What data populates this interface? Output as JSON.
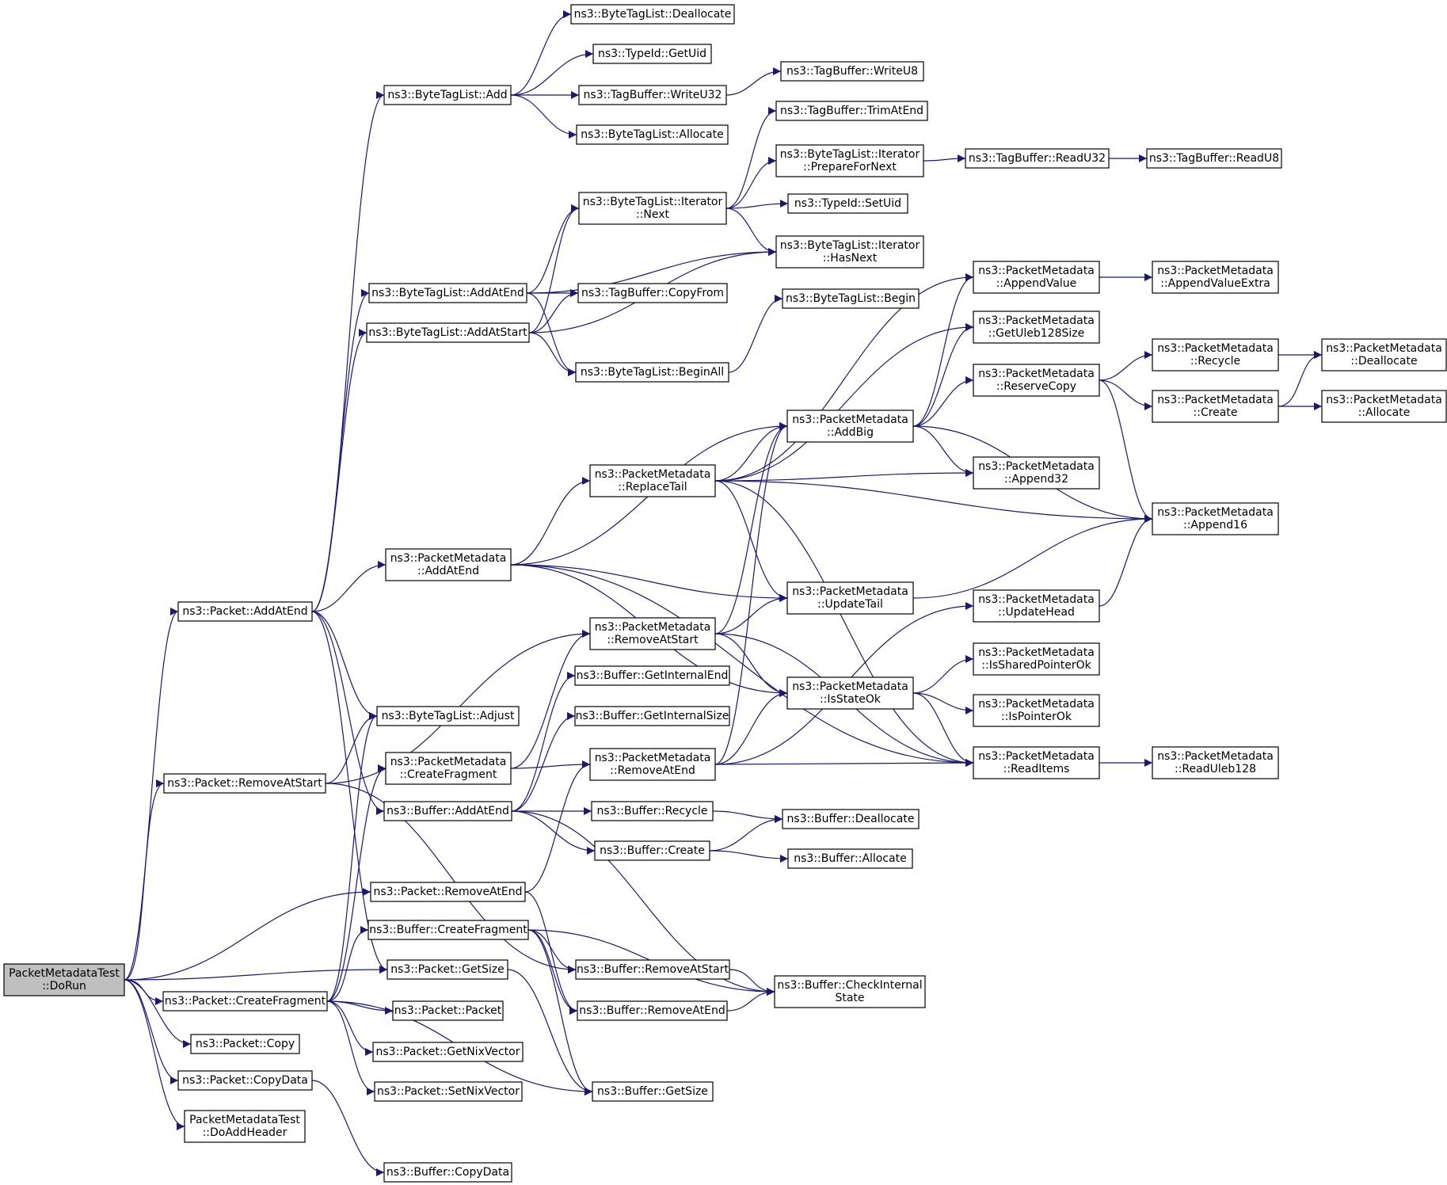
{
  "diagram": {
    "type": "call-graph",
    "colors": {
      "edge": "#191970",
      "root_fill": "#bfbfbf",
      "node_fill": "#ffffff",
      "node_border": "#000000"
    },
    "nodes": [
      {
        "id": "root",
        "lines": [
          "PacketMetadataTest",
          "::DoRun"
        ],
        "root": true
      },
      {
        "id": "pkt_addatend",
        "lines": [
          "ns3::Packet::AddAtEnd"
        ]
      },
      {
        "id": "pkt_removeatstart",
        "lines": [
          "ns3::Packet::RemoveAtStart"
        ]
      },
      {
        "id": "pkt_removeatend",
        "lines": [
          "ns3::Packet::RemoveAtEnd"
        ]
      },
      {
        "id": "pkt_getsize",
        "lines": [
          "ns3::Packet::GetSize"
        ]
      },
      {
        "id": "pkt_createfragment",
        "lines": [
          "ns3::Packet::CreateFragment"
        ]
      },
      {
        "id": "pkt_copy",
        "lines": [
          "ns3::Packet::Copy"
        ]
      },
      {
        "id": "pkt_copydata",
        "lines": [
          "ns3::Packet::CopyData"
        ]
      },
      {
        "id": "pmt_doaddheader",
        "lines": [
          "PacketMetadataTest",
          "::DoAddHeader"
        ]
      },
      {
        "id": "btl_add",
        "lines": [
          "ns3::ByteTagList::Add"
        ]
      },
      {
        "id": "btl_addatend",
        "lines": [
          "ns3::ByteTagList::AddAtEnd"
        ]
      },
      {
        "id": "btl_addatstart",
        "lines": [
          "ns3::ByteTagList::AddAtStart"
        ]
      },
      {
        "id": "pm_addatend",
        "lines": [
          "ns3::PacketMetadata",
          "::AddAtEnd"
        ]
      },
      {
        "id": "btl_adjust",
        "lines": [
          "ns3::ByteTagList::Adjust"
        ]
      },
      {
        "id": "pm_createfragment",
        "lines": [
          "ns3::PacketMetadata",
          "::CreateFragment"
        ]
      },
      {
        "id": "buf_addatend",
        "lines": [
          "ns3::Buffer::AddAtEnd"
        ]
      },
      {
        "id": "buf_createfragment",
        "lines": [
          "ns3::Buffer::CreateFragment"
        ]
      },
      {
        "id": "pkt_packet",
        "lines": [
          "ns3::Packet::Packet"
        ]
      },
      {
        "id": "pkt_getnixvector",
        "lines": [
          "ns3::Packet::GetNixVector"
        ]
      },
      {
        "id": "pkt_setnixvector",
        "lines": [
          "ns3::Packet::SetNixVector"
        ]
      },
      {
        "id": "buf_copydata",
        "lines": [
          "ns3::Buffer::CopyData"
        ]
      },
      {
        "id": "btl_deallocate",
        "lines": [
          "ns3::ByteTagList::Deallocate"
        ]
      },
      {
        "id": "typeid_getuid",
        "lines": [
          "ns3::TypeId::GetUid"
        ]
      },
      {
        "id": "tb_writeu32",
        "lines": [
          "ns3::TagBuffer::WriteU32"
        ]
      },
      {
        "id": "btl_allocate",
        "lines": [
          "ns3::ByteTagList::Allocate"
        ]
      },
      {
        "id": "btli_next",
        "lines": [
          "ns3::ByteTagList::Iterator",
          "::Next"
        ]
      },
      {
        "id": "tb_copyfrom",
        "lines": [
          "ns3::TagBuffer::CopyFrom"
        ]
      },
      {
        "id": "btl_beginall",
        "lines": [
          "ns3::ByteTagList::BeginAll"
        ]
      },
      {
        "id": "pm_replacetail",
        "lines": [
          "ns3::PacketMetadata",
          "::ReplaceTail"
        ]
      },
      {
        "id": "pm_removeatstart",
        "lines": [
          "ns3::PacketMetadata",
          "::RemoveAtStart"
        ]
      },
      {
        "id": "buf_getinternalend",
        "lines": [
          "ns3::Buffer::GetInternalEnd"
        ]
      },
      {
        "id": "buf_getinternalsize",
        "lines": [
          "ns3::Buffer::GetInternalSize"
        ]
      },
      {
        "id": "pm_removeatend",
        "lines": [
          "ns3::PacketMetadata",
          "::RemoveAtEnd"
        ]
      },
      {
        "id": "buf_recycle",
        "lines": [
          "ns3::Buffer::Recycle"
        ]
      },
      {
        "id": "buf_create",
        "lines": [
          "ns3::Buffer::Create"
        ]
      },
      {
        "id": "buf_removeatstart",
        "lines": [
          "ns3::Buffer::RemoveAtStart"
        ]
      },
      {
        "id": "buf_removeatend",
        "lines": [
          "ns3::Buffer::RemoveAtEnd"
        ]
      },
      {
        "id": "buf_getsize",
        "lines": [
          "ns3::Buffer::GetSize"
        ]
      },
      {
        "id": "tb_writeu8",
        "lines": [
          "ns3::TagBuffer::WriteU8"
        ]
      },
      {
        "id": "tb_trimatend",
        "lines": [
          "ns3::TagBuffer::TrimAtEnd"
        ]
      },
      {
        "id": "btli_preparefornext",
        "lines": [
          "ns3::ByteTagList::Iterator",
          "::PrepareForNext"
        ]
      },
      {
        "id": "typeid_setuid",
        "lines": [
          "ns3::TypeId::SetUid"
        ]
      },
      {
        "id": "btli_hasnext",
        "lines": [
          "ns3::ByteTagList::Iterator",
          "::HasNext"
        ]
      },
      {
        "id": "btl_begin",
        "lines": [
          "ns3::ByteTagList::Begin"
        ]
      },
      {
        "id": "pm_addbig",
        "lines": [
          "ns3::PacketMetadata",
          "::AddBig"
        ]
      },
      {
        "id": "pm_updatetail",
        "lines": [
          "ns3::PacketMetadata",
          "::UpdateTail"
        ]
      },
      {
        "id": "pm_isstateok",
        "lines": [
          "ns3::PacketMetadata",
          "::IsStateOk"
        ]
      },
      {
        "id": "buf_deallocate",
        "lines": [
          "ns3::Buffer::Deallocate"
        ]
      },
      {
        "id": "buf_allocate",
        "lines": [
          "ns3::Buffer::Allocate"
        ]
      },
      {
        "id": "buf_checkinternalstate",
        "lines": [
          "ns3::Buffer::CheckInternal",
          "State"
        ]
      },
      {
        "id": "tb_readu32",
        "lines": [
          "ns3::TagBuffer::ReadU32"
        ]
      },
      {
        "id": "pm_appendvalue",
        "lines": [
          "ns3::PacketMetadata",
          "::AppendValue"
        ]
      },
      {
        "id": "pm_getuleb128size",
        "lines": [
          "ns3::PacketMetadata",
          "::GetUleb128Size"
        ]
      },
      {
        "id": "pm_reservecopy",
        "lines": [
          "ns3::PacketMetadata",
          "::ReserveCopy"
        ]
      },
      {
        "id": "pm_append32",
        "lines": [
          "ns3::PacketMetadata",
          "::Append32"
        ]
      },
      {
        "id": "pm_updatehead",
        "lines": [
          "ns3::PacketMetadata",
          "::UpdateHead"
        ]
      },
      {
        "id": "pm_issharedpointerok",
        "lines": [
          "ns3::PacketMetadata",
          "::IsSharedPointerOk"
        ]
      },
      {
        "id": "pm_ispointerok",
        "lines": [
          "ns3::PacketMetadata",
          "::IsPointerOk"
        ]
      },
      {
        "id": "pm_readitems",
        "lines": [
          "ns3::PacketMetadata",
          "::ReadItems"
        ]
      },
      {
        "id": "tb_readu8",
        "lines": [
          "ns3::TagBuffer::ReadU8"
        ]
      },
      {
        "id": "pm_appendvalueextra",
        "lines": [
          "ns3::PacketMetadata",
          "::AppendValueExtra"
        ]
      },
      {
        "id": "pm_recycle",
        "lines": [
          "ns3::PacketMetadata",
          "::Recycle"
        ]
      },
      {
        "id": "pm_create",
        "lines": [
          "ns3::PacketMetadata",
          "::Create"
        ]
      },
      {
        "id": "pm_append16",
        "lines": [
          "ns3::PacketMetadata",
          "::Append16"
        ]
      },
      {
        "id": "pm_readuleb128",
        "lines": [
          "ns3::PacketMetadata",
          "::ReadUleb128"
        ]
      },
      {
        "id": "pm_deallocate",
        "lines": [
          "ns3::PacketMetadata",
          "::Deallocate"
        ]
      },
      {
        "id": "pm_allocate",
        "lines": [
          "ns3::PacketMetadata",
          "::Allocate"
        ]
      }
    ],
    "edges": [
      [
        "root",
        "pkt_addatend"
      ],
      [
        "root",
        "pkt_removeatstart"
      ],
      [
        "root",
        "pkt_removeatend"
      ],
      [
        "root",
        "pkt_getsize"
      ],
      [
        "root",
        "pkt_createfragment"
      ],
      [
        "root",
        "pkt_copy"
      ],
      [
        "root",
        "pkt_copydata"
      ],
      [
        "root",
        "pmt_doaddheader"
      ],
      [
        "pkt_addatend",
        "btl_add"
      ],
      [
        "pkt_addatend",
        "btl_addatend"
      ],
      [
        "pkt_addatend",
        "btl_addatstart"
      ],
      [
        "pkt_addatend",
        "pm_addatend"
      ],
      [
        "pkt_addatend",
        "btl_adjust"
      ],
      [
        "pkt_addatend",
        "buf_addatend"
      ],
      [
        "pkt_addatend",
        "pkt_getsize"
      ],
      [
        "pkt_removeatstart",
        "btl_adjust"
      ],
      [
        "pkt_removeatstart",
        "pm_removeatstart"
      ],
      [
        "pkt_removeatstart",
        "buf_removeatstart"
      ],
      [
        "pkt_removeatend",
        "pm_removeatend"
      ],
      [
        "pkt_removeatend",
        "buf_removeatend"
      ],
      [
        "pkt_getsize",
        "buf_getsize"
      ],
      [
        "pkt_createfragment",
        "btl_adjust"
      ],
      [
        "pkt_createfragment",
        "pm_createfragment"
      ],
      [
        "pkt_createfragment",
        "buf_createfragment"
      ],
      [
        "pkt_createfragment",
        "pkt_packet"
      ],
      [
        "pkt_createfragment",
        "pkt_getnixvector"
      ],
      [
        "pkt_createfragment",
        "pkt_setnixvector"
      ],
      [
        "pkt_createfragment",
        "buf_getsize"
      ],
      [
        "pkt_copydata",
        "buf_copydata"
      ],
      [
        "btl_add",
        "btl_deallocate"
      ],
      [
        "btl_add",
        "typeid_getuid"
      ],
      [
        "btl_add",
        "tb_writeu32"
      ],
      [
        "btl_add",
        "btl_allocate"
      ],
      [
        "btl_addatend",
        "btli_next"
      ],
      [
        "btl_addatend",
        "btli_hasnext"
      ],
      [
        "btl_addatend",
        "tb_copyfrom"
      ],
      [
        "btl_addatend",
        "btl_beginall"
      ],
      [
        "btl_addatstart",
        "btli_next"
      ],
      [
        "btl_addatstart",
        "tb_copyfrom"
      ],
      [
        "btl_addatstart",
        "btli_hasnext"
      ],
      [
        "btl_addatstart",
        "btl_beginall"
      ],
      [
        "pm_addatend",
        "pm_addbig"
      ],
      [
        "pm_addatend",
        "pm_replacetail"
      ],
      [
        "pm_addatend",
        "pm_updatetail"
      ],
      [
        "pm_addatend",
        "pm_isstateok"
      ],
      [
        "pm_addatend",
        "pm_readitems"
      ],
      [
        "pm_createfragment",
        "pm_removeatstart"
      ],
      [
        "pm_createfragment",
        "pm_removeatend"
      ],
      [
        "buf_addatend",
        "buf_getinternalend"
      ],
      [
        "buf_addatend",
        "buf_getinternalsize"
      ],
      [
        "buf_addatend",
        "buf_recycle"
      ],
      [
        "buf_addatend",
        "buf_create"
      ],
      [
        "buf_addatend",
        "buf_checkinternalstate"
      ],
      [
        "buf_createfragment",
        "buf_removeatstart"
      ],
      [
        "buf_createfragment",
        "buf_removeatend"
      ],
      [
        "buf_createfragment",
        "buf_getsize"
      ],
      [
        "buf_createfragment",
        "buf_checkinternalstate"
      ],
      [
        "tb_writeu32",
        "tb_writeu8"
      ],
      [
        "btli_next",
        "tb_trimatend"
      ],
      [
        "btli_next",
        "btli_preparefornext"
      ],
      [
        "btli_next",
        "typeid_setuid"
      ],
      [
        "btli_next",
        "btli_hasnext"
      ],
      [
        "btli_preparefornext",
        "tb_readu32"
      ],
      [
        "tb_readu32",
        "tb_readu8"
      ],
      [
        "btl_beginall",
        "btl_begin"
      ],
      [
        "pm_replacetail",
        "pm_appendvalue"
      ],
      [
        "pm_replacetail",
        "pm_getuleb128size"
      ],
      [
        "pm_replacetail",
        "pm_addbig"
      ],
      [
        "pm_replacetail",
        "pm_append32"
      ],
      [
        "pm_replacetail",
        "pm_append16"
      ],
      [
        "pm_replacetail",
        "pm_updatetail"
      ],
      [
        "pm_replacetail",
        "pm_readitems"
      ],
      [
        "pm_removeatstart",
        "pm_addbig"
      ],
      [
        "pm_removeatstart",
        "pm_updatetail"
      ],
      [
        "pm_removeatstart",
        "pm_isstateok"
      ],
      [
        "pm_removeatstart",
        "pm_readitems"
      ],
      [
        "pm_removeatend",
        "pm_addbig"
      ],
      [
        "pm_removeatend",
        "pm_updatehead"
      ],
      [
        "pm_removeatend",
        "pm_isstateok"
      ],
      [
        "pm_removeatend",
        "pm_readitems"
      ],
      [
        "buf_recycle",
        "buf_deallocate"
      ],
      [
        "buf_create",
        "buf_deallocate"
      ],
      [
        "buf_create",
        "buf_allocate"
      ],
      [
        "buf_removeatstart",
        "buf_checkinternalstate"
      ],
      [
        "buf_removeatend",
        "buf_checkinternalstate"
      ],
      [
        "pm_addbig",
        "pm_appendvalue"
      ],
      [
        "pm_addbig",
        "pm_getuleb128size"
      ],
      [
        "pm_addbig",
        "pm_reservecopy"
      ],
      [
        "pm_addbig",
        "pm_append32"
      ],
      [
        "pm_addbig",
        "pm_append16"
      ],
      [
        "pm_updatetail",
        "pm_append16"
      ],
      [
        "pm_updatehead",
        "pm_append16"
      ],
      [
        "pm_isstateok",
        "pm_issharedpointerok"
      ],
      [
        "pm_isstateok",
        "pm_ispointerok"
      ],
      [
        "pm_isstateok",
        "pm_readitems"
      ],
      [
        "pm_appendvalue",
        "pm_appendvalueextra"
      ],
      [
        "pm_reservecopy",
        "pm_recycle"
      ],
      [
        "pm_reservecopy",
        "pm_create"
      ],
      [
        "pm_reservecopy",
        "pm_append16"
      ],
      [
        "pm_recycle",
        "pm_deallocate"
      ],
      [
        "pm_create",
        "pm_deallocate"
      ],
      [
        "pm_create",
        "pm_allocate"
      ],
      [
        "pm_readitems",
        "pm_readuleb128"
      ]
    ]
  }
}
